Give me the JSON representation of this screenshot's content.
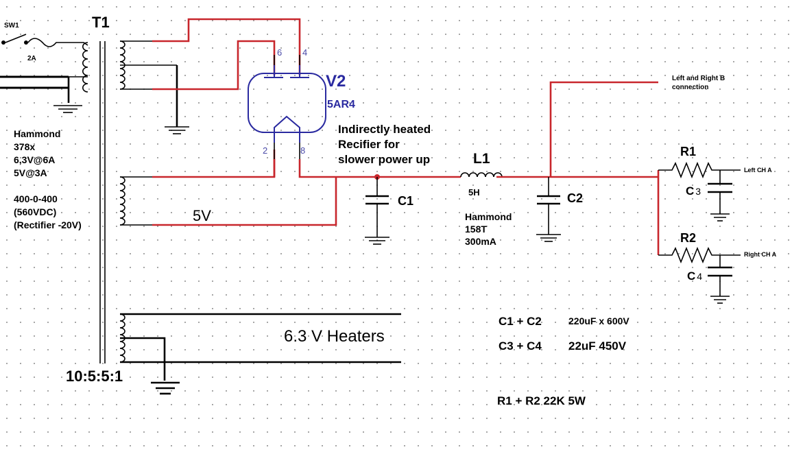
{
  "transformer": {
    "ref": "T1",
    "ratio": "10:5:5:1",
    "notes": [
      "Hammond",
      "378x",
      "6,3V@6A",
      "5V@3A",
      "",
      "400-0-400",
      "(560VDC)",
      "(Rectifier -20V)"
    ]
  },
  "switch": {
    "ref": "SW1",
    "fuse": "2A"
  },
  "tube": {
    "ref": "V2",
    "type": "5AR4",
    "pins": [
      "6",
      "4",
      "2",
      "8"
    ],
    "note": [
      "Indirectly heated",
      "Recifier for",
      "slower power up"
    ]
  },
  "winding_5v": "5V",
  "heaters": "6.3 V Heaters",
  "choke": {
    "ref": "L1",
    "value": "5H",
    "notes": [
      "Hammond",
      "158T",
      "300mA"
    ]
  },
  "caps": {
    "c1": "C1",
    "c2": "C2",
    "c3": "C",
    "c3_idx": "3",
    "c4": "C",
    "c4_idx": "4"
  },
  "resistors": {
    "r1": "R1",
    "r2": "R2"
  },
  "outputs": {
    "b_conn": [
      "Left and Right B",
      "connection"
    ],
    "left": "Left CH A",
    "right": "Right CH A"
  },
  "bom": {
    "c1c2": "C1 + C2",
    "c1c2_val": "220uF  x 600V",
    "c3c4": "C3 + C4",
    "c3c4_val": "22uF 450V",
    "r1r2": "R1 + R2 22K 5W"
  }
}
